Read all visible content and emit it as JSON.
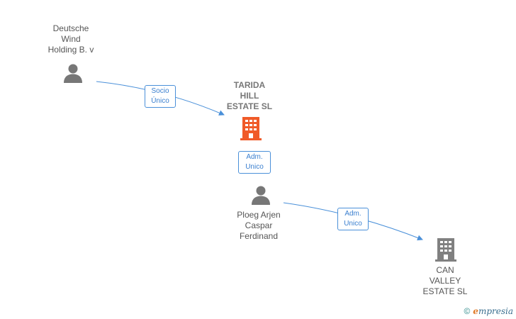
{
  "nodes": [
    {
      "id": "deutsche",
      "label": "Deutsche\nWind\nHolding B. v",
      "kind": "person"
    },
    {
      "id": "tarida",
      "label": "TARIDA\nHILL\nESTATE  SL",
      "kind": "company-main"
    },
    {
      "id": "ploeg",
      "label": "Ploeg Arjen\nCaspar\nFerdinand",
      "kind": "person"
    },
    {
      "id": "canvalley",
      "label": "CAN\nVALLEY\nESTATE  SL",
      "kind": "company"
    }
  ],
  "edges": [
    {
      "from": "deutsche",
      "to": "tarida",
      "label": "Socio\nÚnico"
    },
    {
      "from": "ploeg",
      "to": "tarida",
      "label": "Adm.\nUnico"
    },
    {
      "from": "ploeg",
      "to": "canvalley",
      "label": "Adm.\nUnico"
    }
  ],
  "colors": {
    "edge": "#4a90d9",
    "person_icon": "#777777",
    "company_main_icon": "#f05a28",
    "company_icon": "#808080"
  },
  "watermark": {
    "symbol": "©",
    "brand_first": "e",
    "brand_rest": "mpresia"
  }
}
